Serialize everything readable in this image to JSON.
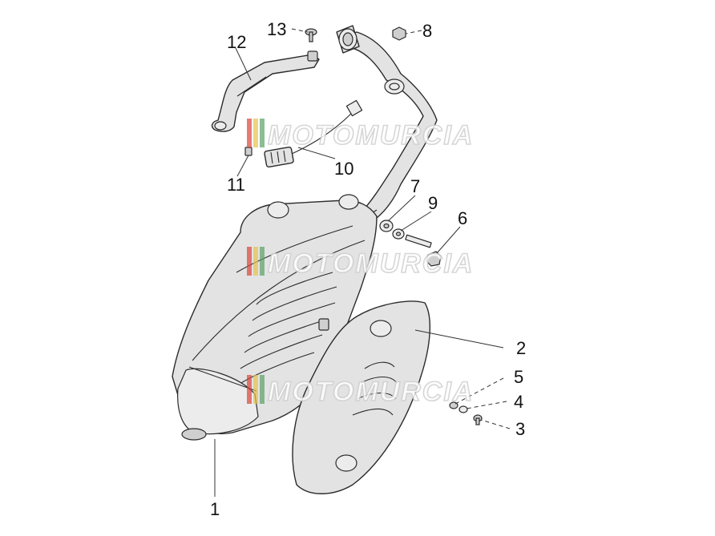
{
  "watermark": {
    "brand": "MOTOMURCIA"
  },
  "callouts": [
    {
      "id": "1",
      "label": "1"
    },
    {
      "id": "2",
      "label": "2"
    },
    {
      "id": "3",
      "label": "3"
    },
    {
      "id": "4",
      "label": "4"
    },
    {
      "id": "5",
      "label": "5"
    },
    {
      "id": "6",
      "label": "6"
    },
    {
      "id": "7",
      "label": "7"
    },
    {
      "id": "8",
      "label": "8"
    },
    {
      "id": "9",
      "label": "9"
    },
    {
      "id": "10",
      "label": "10"
    },
    {
      "id": "11",
      "label": "11"
    },
    {
      "id": "12",
      "label": "12"
    },
    {
      "id": "13",
      "label": "13"
    }
  ],
  "colors": {
    "stripe_red": "#d9443a",
    "stripe_yellow": "#e8c24a",
    "stripe_green": "#5aa06a"
  }
}
